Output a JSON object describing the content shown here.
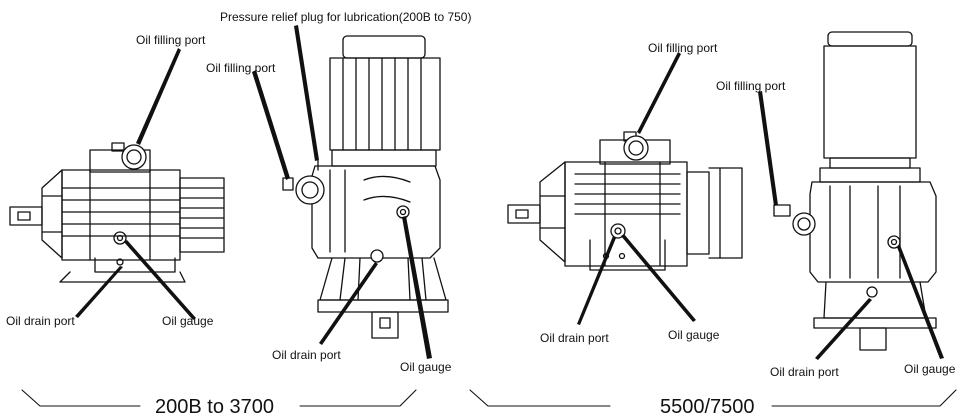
{
  "left_figure": {
    "caption": "200B to 3700",
    "labels": {
      "pressure_relief_plug": "Pressure relief plug for lubrication(200B to 750)",
      "oil_filling_port_horizontal": "Oil filling port",
      "oil_filling_port_vertical": "Oil filling port",
      "oil_drain_port_horizontal": "Oil drain port",
      "oil_gauge_horizontal": "Oil gauge",
      "oil_drain_port_vertical": "Oil drain port",
      "oil_gauge_vertical": "Oil gauge"
    }
  },
  "right_figure": {
    "caption": "5500/7500",
    "labels": {
      "oil_filling_port_horizontal": "Oil filling port",
      "oil_filling_port_vertical": "Oil filling port",
      "oil_drain_port_horizontal": "Oil drain port",
      "oil_gauge_horizontal": "Oil gauge",
      "oil_drain_port_vertical": "Oil drain port",
      "oil_gauge_vertical": "Oil gauge"
    }
  }
}
